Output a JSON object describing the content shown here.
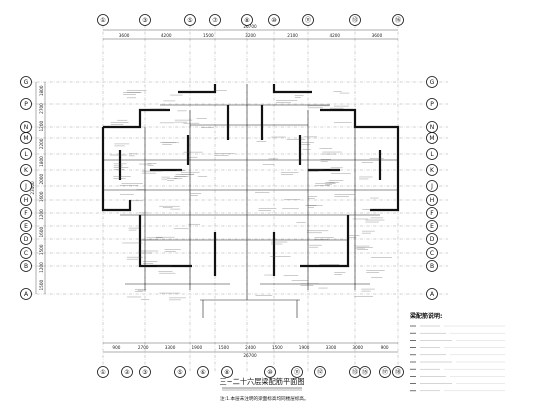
{
  "drawing": {
    "title": "三~二十六层梁配筋平面图",
    "note": "注:1.本层未注明的梁面标高均同楼层标高。",
    "legend": {
      "title": "梁配筋说明:",
      "rows": 10
    }
  },
  "axes": {
    "top": [
      "①",
      "③",
      "⑤",
      "⑦",
      "⑧",
      "⑩",
      "⑪",
      "⑬",
      "⑯"
    ],
    "bottom": [
      "①",
      "②",
      "③",
      "⑤",
      "⑥",
      "⑧",
      "⑩",
      "⑪",
      "⑫",
      "⑬",
      "⑮",
      "⑰",
      "⑱"
    ],
    "left": [
      "G",
      "P",
      "N",
      "M",
      "L",
      "K",
      "J",
      "H",
      "F",
      "E",
      "D",
      "C",
      "B",
      "A"
    ],
    "right": [
      "G",
      "P",
      "N",
      "M",
      "L",
      "K",
      "J",
      "H",
      "F",
      "E",
      "D",
      "C",
      "B",
      "A"
    ]
  },
  "dimensions": {
    "top_segments": [
      "3600",
      "4200",
      "1500",
      "3200",
      "2100",
      "4200",
      "3600"
    ],
    "top_total": "26700",
    "bottom_segments": [
      "900",
      "2700",
      "3300",
      "1900",
      "1500",
      "2400",
      "1500",
      "1900",
      "3300",
      "3000",
      "900"
    ],
    "bottom_total": "26700",
    "left_segments": [
      "1800",
      "2700",
      "1200",
      "2200",
      "1800",
      "2000",
      "1600",
      "1200",
      "1600",
      "1500",
      "1200",
      "1500"
    ],
    "left_total": "23400"
  }
}
